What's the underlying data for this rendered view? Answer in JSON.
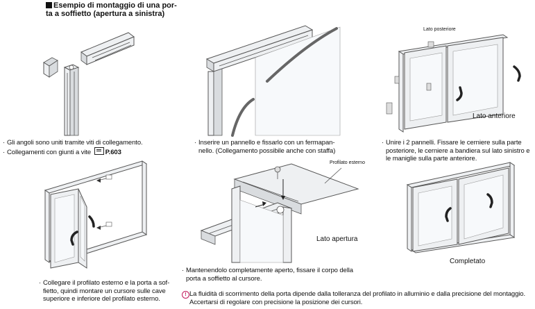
{
  "title": {
    "line1": "Esempio di montaggio di una por-",
    "line2": "ta a soffietto (apertura a sinistra)"
  },
  "steps": {
    "step1": {
      "line1": "Gli angoli sono uniti tramite viti di collegamento.",
      "line2": "Collegamenti con giunti a vite",
      "page_ref": "P.603"
    },
    "step2": {
      "line1": "Inserire un pannello e fissarlo con un fermapan-",
      "line2": "nello. (Collegamento possibile anche con staffa)"
    },
    "step3": {
      "line1": "Unire i 2 pannelli. Fissare le cerniere sulla parte",
      "line2": "posteriore, le cerniere a bandiera sul lato sinistro e",
      "line3": "le maniglie sulla parte anteriore."
    },
    "step4": {
      "line1": "Collegare il profilato esterno e la porta a sof-",
      "line2": "fietto, quindi montare un cursore sulle cave",
      "line3": "superiore e inferiore del profilato esterno."
    },
    "step5": {
      "line1": "Mantenendolo completamente aperto, fissare il corpo della",
      "line2": "porta a soffietto al cursore."
    }
  },
  "labels": {
    "lato_posteriore": "Lato posteriore",
    "lato_anteriore": "Lato anteriore",
    "profilato_esterno": "Profilato esterno",
    "lato_apertura": "Lato apertura",
    "completato": "Completato"
  },
  "note": {
    "line1": "La fluidità di scorrimento della porta dipende dalla tolleranza del profilato in alluminio e dalla precisione del montaggio.",
    "line2": "Accertarsi di regolare con precisione la posizione dei cursori."
  },
  "colors": {
    "note_icon": "#c2185b",
    "frame_line": "#555555",
    "handle": "#222222"
  }
}
